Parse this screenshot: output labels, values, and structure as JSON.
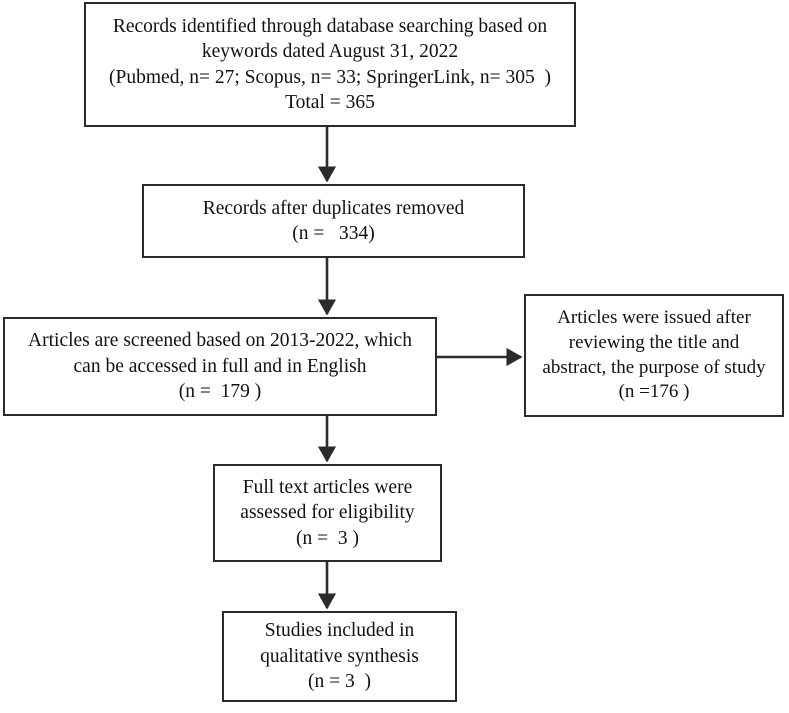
{
  "diagram": {
    "title": "PRISMA study selection flow diagram",
    "type": "flowchart",
    "stroke_color": "#2b2b2b",
    "text_color": "#111111",
    "background_color": "#ffffff",
    "boxes": {
      "identified": {
        "name": "records-identified",
        "lines": [
          "Records identified through database searching based on",
          "keywords dated August 31, 2022",
          "(Pubmed, n= 27; Scopus, n= 33; SpringerLink, n= 305  )",
          "Total = 365"
        ],
        "counts": {
          "pubmed": 27,
          "scopus": 33,
          "springerlink": 305,
          "total": 365
        }
      },
      "duplicates": {
        "name": "records-after-duplicates-removed",
        "lines": [
          "Records after duplicates removed",
          "(n =   334)"
        ],
        "counts": {
          "n": 334
        }
      },
      "screened": {
        "name": "articles-screened",
        "lines": [
          "Articles are screened based on 2013-2022, which",
          "can be accessed in full and in English",
          "(n =  179 )"
        ],
        "counts": {
          "n": 179
        }
      },
      "excluded": {
        "name": "articles-excluded",
        "lines": [
          "Articles were issued after",
          "reviewing the title and",
          "abstract, the purpose of study",
          "(n =176 )"
        ],
        "counts": {
          "n": 176
        }
      },
      "fulltext": {
        "name": "full-text-assessed",
        "lines": [
          "Full text articles were",
          "assessed for eligibility",
          "(n =  3 )"
        ],
        "counts": {
          "n": 3
        }
      },
      "included": {
        "name": "studies-included",
        "lines": [
          "Studies included in",
          "qualitative synthesis",
          "(n = 3  )"
        ],
        "counts": {
          "n": 3
        }
      }
    },
    "connectors": [
      {
        "name": "arrow-identified-to-duplicates",
        "direction": "down"
      },
      {
        "name": "arrow-duplicates-to-screened",
        "direction": "down"
      },
      {
        "name": "arrow-screened-to-excluded",
        "direction": "right"
      },
      {
        "name": "arrow-screened-to-fulltext",
        "direction": "down"
      },
      {
        "name": "arrow-fulltext-to-included",
        "direction": "down"
      }
    ]
  }
}
